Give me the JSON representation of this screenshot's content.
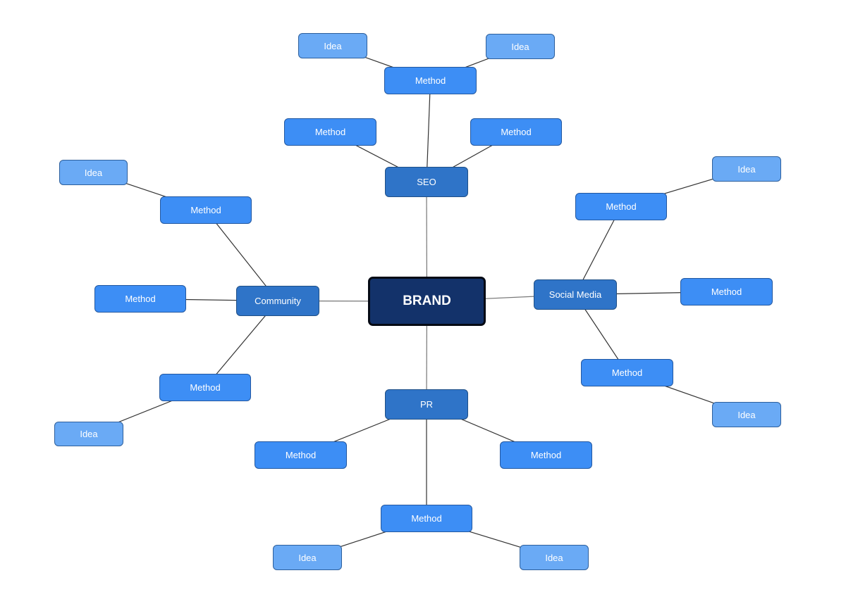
{
  "colors": {
    "brand": "#13326a",
    "topic": "#2f74c8",
    "method": "#3d8ef5",
    "idea": "#6aaaf5",
    "edge": "#333333"
  },
  "nodes": {
    "brand": {
      "label": "BRAND",
      "level": "brand"
    },
    "seo": {
      "label": "SEO",
      "level": "topic"
    },
    "community": {
      "label": "Community",
      "level": "topic"
    },
    "social": {
      "label": "Social Media",
      "level": "topic"
    },
    "pr": {
      "label": "PR",
      "level": "topic"
    },
    "seo_m1": {
      "label": "Method",
      "level": "method"
    },
    "seo_m2": {
      "label": "Method",
      "level": "method"
    },
    "seo_m3": {
      "label": "Method",
      "level": "method"
    },
    "seo_i1": {
      "label": "Idea",
      "level": "idea"
    },
    "seo_i2": {
      "label": "Idea",
      "level": "idea"
    },
    "com_m1": {
      "label": "Method",
      "level": "method"
    },
    "com_m2": {
      "label": "Method",
      "level": "method"
    },
    "com_m3": {
      "label": "Method",
      "level": "method"
    },
    "com_i1": {
      "label": "Idea",
      "level": "idea"
    },
    "com_i3": {
      "label": "Idea",
      "level": "idea"
    },
    "soc_m1": {
      "label": "Method",
      "level": "method"
    },
    "soc_m2": {
      "label": "Method",
      "level": "method"
    },
    "soc_m3": {
      "label": "Method",
      "level": "method"
    },
    "soc_i1": {
      "label": "Idea",
      "level": "idea"
    },
    "soc_i3": {
      "label": "Idea",
      "level": "idea"
    },
    "pr_m1": {
      "label": "Method",
      "level": "method"
    },
    "pr_m2": {
      "label": "Method",
      "level": "method"
    },
    "pr_m3": {
      "label": "Method",
      "level": "method"
    },
    "pr_i1": {
      "label": "Idea",
      "level": "idea"
    },
    "pr_i2": {
      "label": "Idea",
      "level": "idea"
    }
  },
  "edges": [
    [
      "brand",
      "seo"
    ],
    [
      "brand",
      "community"
    ],
    [
      "brand",
      "social"
    ],
    [
      "brand",
      "pr"
    ],
    [
      "seo",
      "seo_m1"
    ],
    [
      "seo",
      "seo_m2"
    ],
    [
      "seo",
      "seo_m3"
    ],
    [
      "seo_m1",
      "seo_i1"
    ],
    [
      "seo_m1",
      "seo_i2"
    ],
    [
      "community",
      "com_m1"
    ],
    [
      "community",
      "com_m2"
    ],
    [
      "community",
      "com_m3"
    ],
    [
      "com_m1",
      "com_i1"
    ],
    [
      "com_m3",
      "com_i3"
    ],
    [
      "social",
      "soc_m1"
    ],
    [
      "social",
      "soc_m2"
    ],
    [
      "social",
      "soc_m3"
    ],
    [
      "soc_m1",
      "soc_i1"
    ],
    [
      "soc_m3",
      "soc_i3"
    ],
    [
      "pr",
      "pr_m1"
    ],
    [
      "pr",
      "pr_m2"
    ],
    [
      "pr",
      "pr_m3"
    ],
    [
      "pr_m3",
      "pr_i1"
    ],
    [
      "pr_m3",
      "pr_i2"
    ]
  ]
}
